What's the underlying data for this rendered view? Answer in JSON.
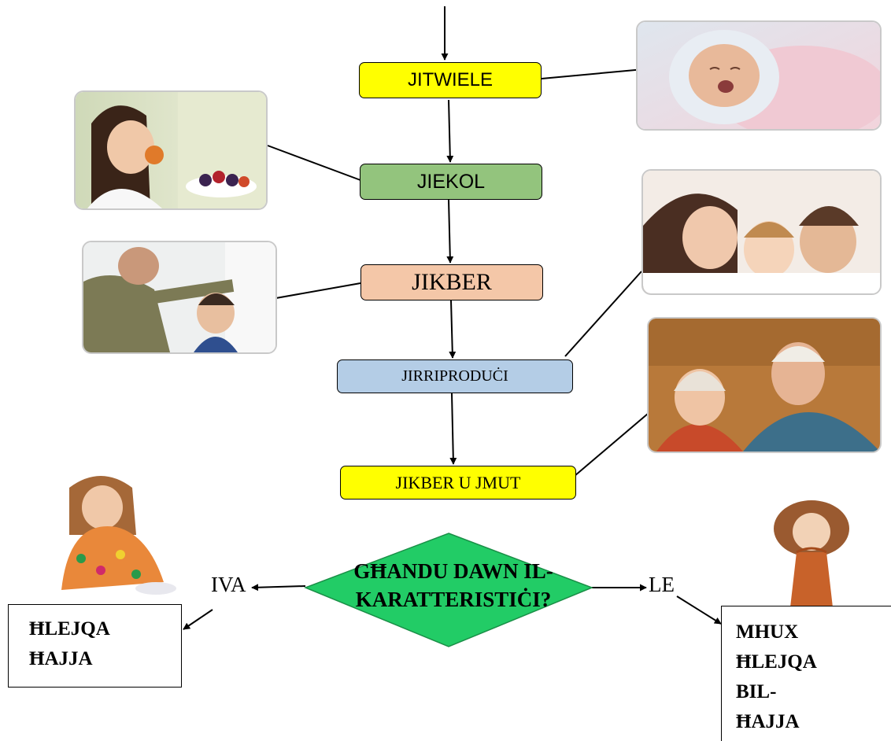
{
  "stages": [
    {
      "label": "JITWIELE",
      "fill": "#ffff00"
    },
    {
      "label": "JIEKOL",
      "fill": "#93c47d"
    },
    {
      "label": "JIKBER",
      "fill": "#f4c7a8"
    },
    {
      "label": "JIRRIPRODUĊI",
      "fill": "#b4cde6"
    },
    {
      "label": "JIKBER U JMUT",
      "fill": "#ffff00"
    }
  ],
  "decision": {
    "question": "GĦANDU DAWN IL-KARATTERISTIĊI?",
    "fill": "#22cc66"
  },
  "branches": {
    "yes_label": "IVA",
    "no_label": "LE"
  },
  "outcomes": {
    "yes": [
      "ĦLEJQA",
      "ĦAJJA"
    ],
    "no": [
      "MHUX",
      "ĦLEJQA",
      "BIL-",
      "ĦAJJA"
    ]
  }
}
